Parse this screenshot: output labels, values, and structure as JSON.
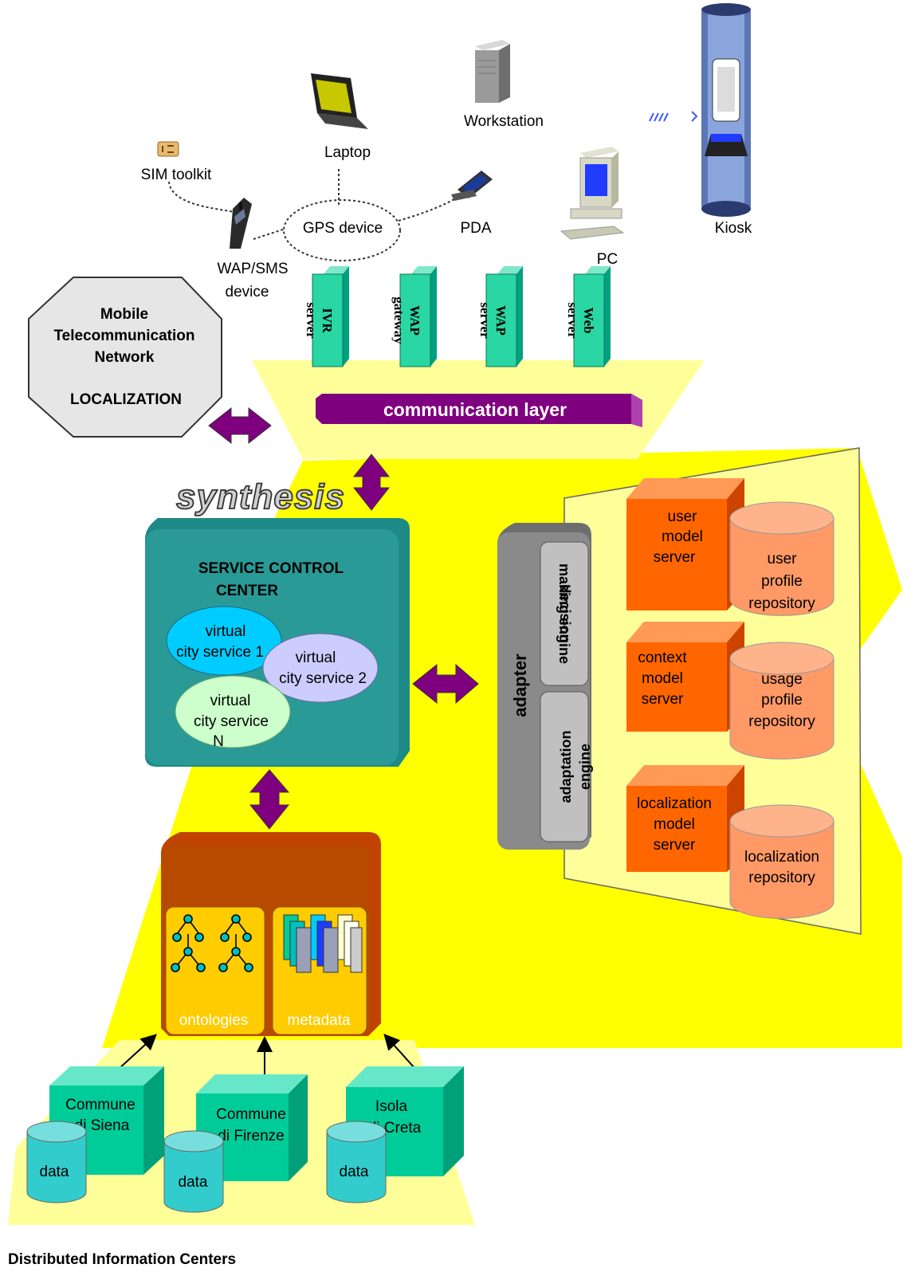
{
  "devices": {
    "sim": "SIM toolkit",
    "laptop": "Laptop",
    "workstation": "Workstation",
    "pda": "PDA",
    "gps": "GPS device",
    "wap_sms_1": "WAP/SMS",
    "wap_sms_2": "device",
    "pc": "PC",
    "kiosk": "Kiosk"
  },
  "network": {
    "line1": "Mobile",
    "line2": "Telecommunication",
    "line3": "Network",
    "line4": "LOCALIZATION"
  },
  "servers": [
    {
      "line1": "IVR",
      "line2": "server"
    },
    {
      "line1": "WAP",
      "line2": "gateway"
    },
    {
      "line1": "WAP",
      "line2": "server"
    },
    {
      "line1": "Web",
      "line2": "server"
    }
  ],
  "communication_layer": "communication layer",
  "logo": "synthesis",
  "service_control": {
    "title1": "SERVICE CONTROL",
    "title2": "CENTER",
    "service1": {
      "line1": "virtual",
      "line2": "city service 1"
    },
    "service2": {
      "line1": "virtual",
      "line2": "city service 2"
    },
    "serviceN": {
      "line1": "virtual",
      "line2": "city service",
      "line3": "N"
    }
  },
  "adapter": {
    "title": "adapter",
    "decision1": "decision",
    "decision2": "making engine",
    "adaptation1": "adaptation",
    "adaptation2": "engine"
  },
  "models": [
    {
      "server": [
        "user",
        "model",
        "server"
      ],
      "repo": [
        "user",
        "profile",
        "repository"
      ]
    },
    {
      "server": [
        "context",
        "model",
        "server"
      ],
      "repo": [
        "usage",
        "profile",
        "repository"
      ]
    },
    {
      "server": [
        "localization",
        "model",
        "server"
      ],
      "repo": [
        "localization",
        "repository"
      ]
    }
  ],
  "knowledge": {
    "ontologies": "ontologies",
    "metadata": "metadata"
  },
  "centers": [
    {
      "line1": "Commune",
      "line2": "di Siena",
      "data": "data"
    },
    {
      "line1": "Commune",
      "line2": "di Firenze",
      "data": "data"
    },
    {
      "line1": "Isola",
      "line2": "di Creta",
      "data": "data"
    }
  ],
  "footer": "Distributed Information Centers",
  "colors": {
    "pale_yellow": "#ffff99",
    "yellow": "#ffff00",
    "teal_box": "#2a9a96",
    "green_box": "#00cc99",
    "orange_box": "#ff6600",
    "salmon": "#ff9966",
    "purple": "#7f007f",
    "grey": "#808080"
  }
}
